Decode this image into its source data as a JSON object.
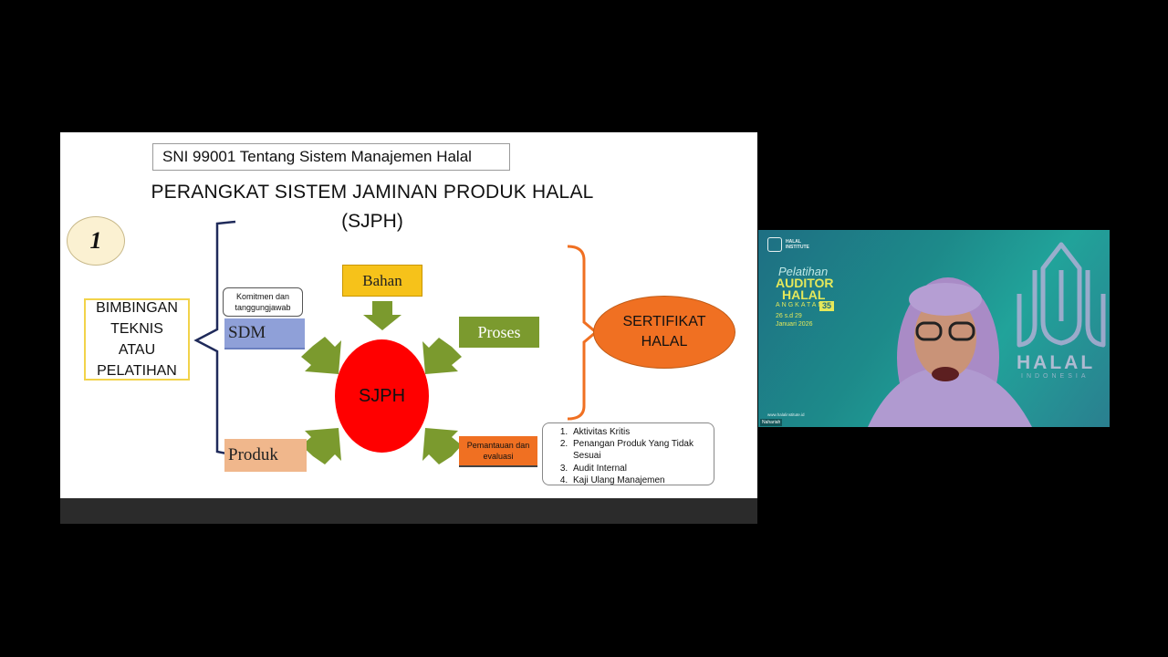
{
  "slide": {
    "sni_title": "SNI 99001 Tentang Sistem  Manajemen Halal",
    "title_line1": "PERANGKAT SISTEM JAMINAN  PRODUK HALAL",
    "title_line2": "(SJPH)",
    "number": "1",
    "bimbingan": [
      "BIMBINGAN",
      "TEKNIS",
      "ATAU",
      "PELATIHAN"
    ],
    "komitmen": "Komitmen dan tanggungjawab",
    "sdm": "SDM",
    "produk": "Produk",
    "bahan": "Bahan",
    "proses": "Proses",
    "sjph": "SJPH",
    "sertifikat": [
      "SERTIFIKAT",
      "HALAL"
    ],
    "pemantauan": "Pemantauan dan evaluasi",
    "list_items": [
      "Aktivitas Kritis",
      "Penangan Produk Yang Tidak Sesuai",
      "Audit Internal",
      "Kaji Ulang Manajemen"
    ]
  },
  "webcam": {
    "logo_text": "HALAL INSTITUTE",
    "event_line1": "Pelatihan",
    "event_line2": "AUDITOR",
    "event_line3": "HALAL",
    "angkatan_label": "ANGKATAN",
    "angkatan_number": "35",
    "date_line1": "26 s.d 29",
    "date_line2": "Januari 2026",
    "website": "www.halalinstitute.id",
    "participant_name": "Nahariah",
    "watermark": "HALAL",
    "watermark_sub": "INDONESIA"
  },
  "colors": {
    "sdm": "#8fa0d8",
    "produk": "#f0b78c",
    "bahan": "#f6c21a",
    "proses": "#7b9a2e",
    "sjph": "#ff0000",
    "sertifikat": "#f07022",
    "arrow": "#7b9a2e"
  }
}
